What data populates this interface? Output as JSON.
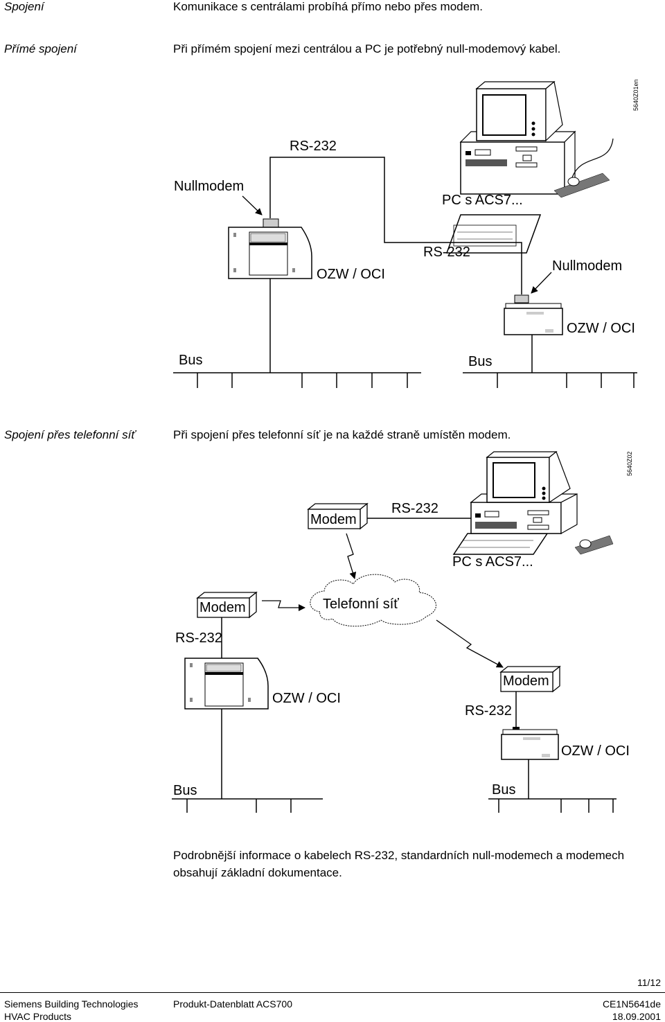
{
  "sections": [
    {
      "side": "Spojení",
      "text": "Komunikace s centrálami probíhá přímo nebo přes modem."
    },
    {
      "side": "Přímé spojení",
      "text": "Při přímém spojení mezi centrálou a PC je potřebný null-modemový kabel."
    },
    {
      "side": "Spojení přes telefonní síť",
      "text": "Při spojení přes telefonní síť je na každé straně umístěn modem."
    }
  ],
  "diagram1": {
    "ref": "5640Z01en",
    "rs232_top": "RS-232",
    "nullmodem_left": "Nullmodem",
    "pc": "PC s ACS7...",
    "ozw_left": "OZW / OCI",
    "rs232_right": "RS-232",
    "nullmodem_right": "Nullmodem",
    "ozw_right": "OZW / OCI",
    "bus_left": "Bus",
    "bus_right": "Bus"
  },
  "diagram2": {
    "ref": "5640Z02",
    "modem_top": "Modem",
    "rs232_top": "RS-232",
    "pc": "PC s ACS7...",
    "modem_left": "Modem",
    "network": "Telefonní síť",
    "rs232_left": "RS-232",
    "ozw_left": "OZW / OCI",
    "modem_right": "Modem",
    "rs232_right": "RS-232",
    "ozw_right": "OZW / OCI",
    "bus_left": "Bus",
    "bus_right": "Bus"
  },
  "note": {
    "line1": "Podrobnější informace o kabelech RS-232, standardních null-modemech a modemech",
    "line2": "obsahují základní dokumentace."
  },
  "footer": {
    "page": "11/12",
    "company": "Siemens Building Technologies",
    "division": "HVAC Products",
    "doc": "Produkt-Datenblatt ACS700",
    "code": "CE1N5641de",
    "date": "18.09.2001"
  }
}
